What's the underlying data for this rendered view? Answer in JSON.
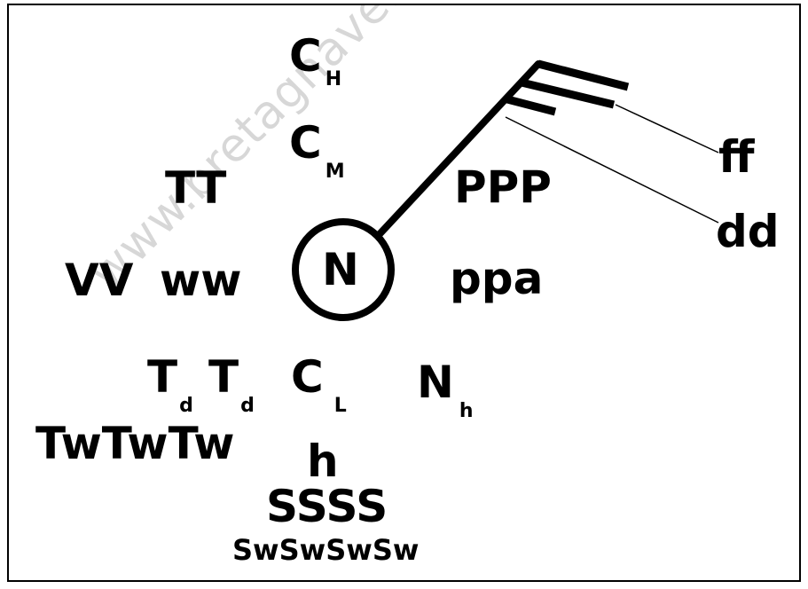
{
  "watermark": "www.bretagnavela.com",
  "station": {
    "circle_label": "N",
    "cloud_high": {
      "base": "C",
      "sub": "H"
    },
    "cloud_mid": {
      "base": "C",
      "sub": "M"
    },
    "cloud_low": {
      "base": "C",
      "sub": "L"
    },
    "air_temperature": "TT",
    "visibility": "VV",
    "present_weather": "ww",
    "pressure": "PPP",
    "pressure_tendency": "ppa",
    "past_weather_1": {
      "base": "T",
      "sub": "d"
    },
    "past_weather_2": {
      "base": "T",
      "sub": "d"
    },
    "low_cloud_amount": {
      "base": "N",
      "sub": "h"
    },
    "sea_temperature": "TwTwTw",
    "cloud_base_height": "h",
    "swell": "SSSS",
    "swell_sw": "SwSwSwSw",
    "wind_speed": "ff",
    "wind_direction": "dd"
  }
}
